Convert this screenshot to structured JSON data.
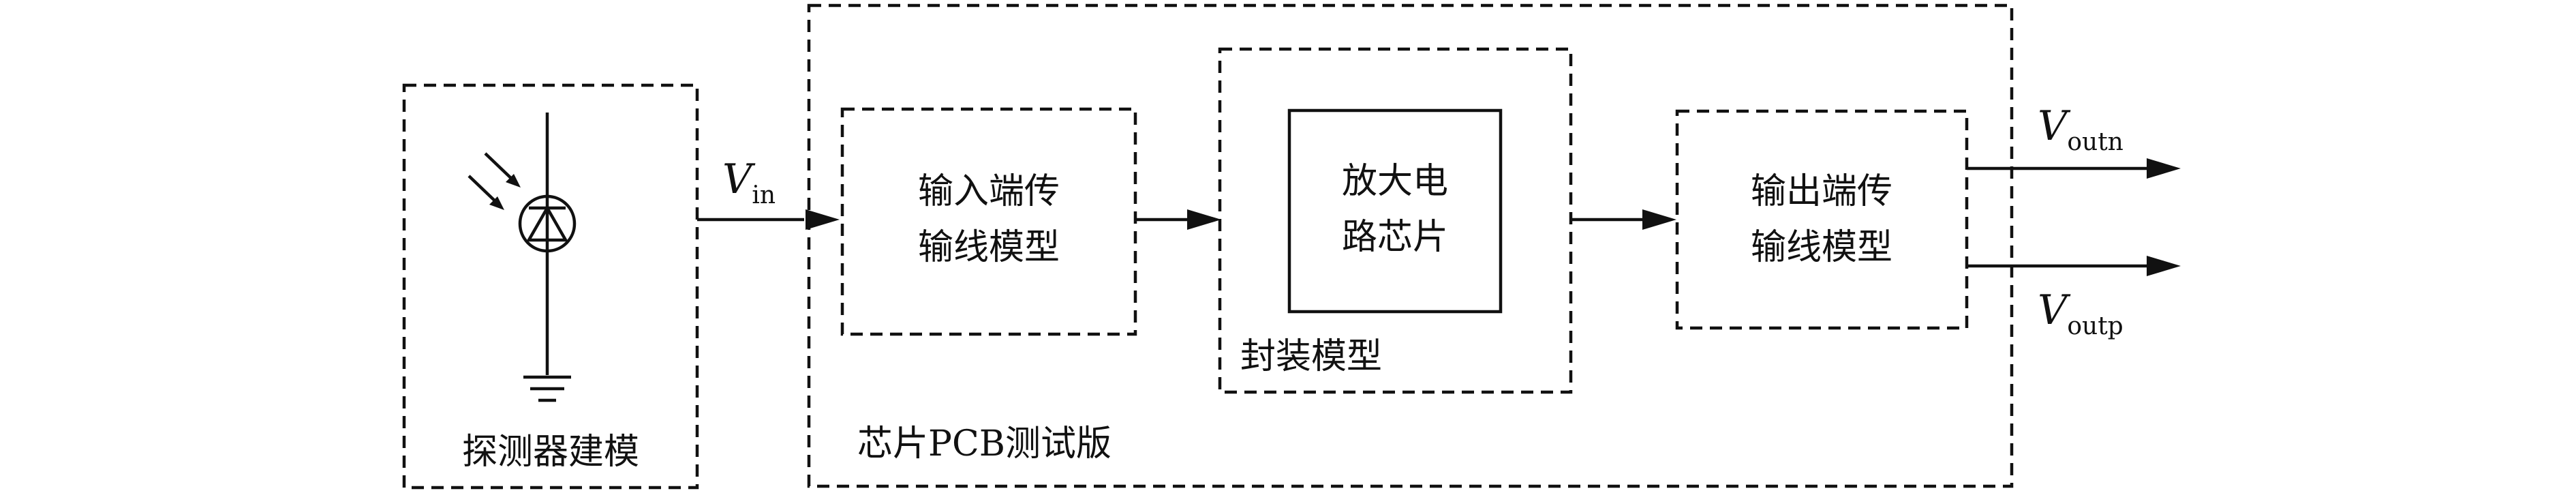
{
  "blocks": {
    "detector_label": "探测器建模",
    "pcb_label_latin_prefix": "芯片",
    "pcb_label_latin": "PCB",
    "pcb_label_suffix": "测试版",
    "input_tl_line1": "输入端传",
    "input_tl_line2": "输线模型",
    "package_label": "封装模型",
    "amp_line1": "放大电",
    "amp_line2": "路芯片",
    "output_tl_line1": "输出端传",
    "output_tl_line2": "输线模型"
  },
  "signals": {
    "vin_symbol": "V",
    "vin_sub": "in",
    "voutn_symbol": "V",
    "voutn_sub": "outn",
    "voutp_symbol": "V",
    "voutp_sub": "outp"
  }
}
